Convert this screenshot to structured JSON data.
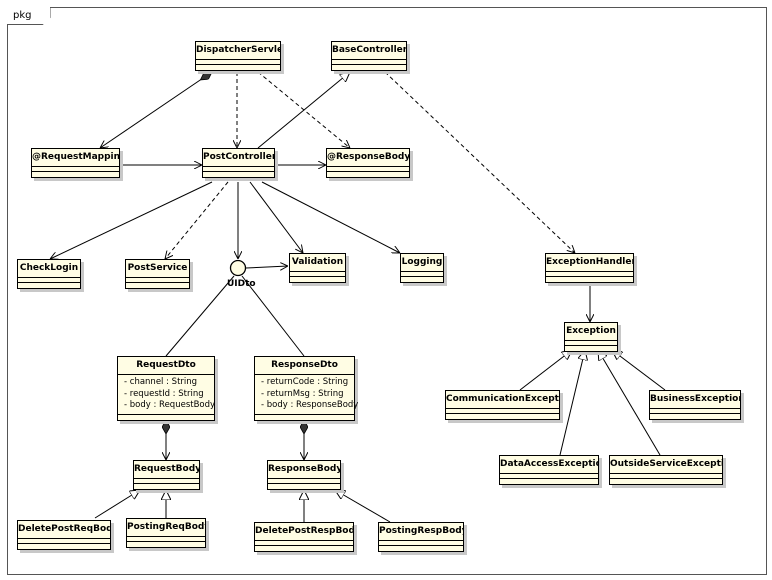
{
  "package_label": "pkg",
  "classes": {
    "dispatcher_servlet": {
      "name": "DispatcherServlet"
    },
    "base_controller": {
      "name": "BaseController"
    },
    "request_mapping": {
      "name": "@RequestMapping"
    },
    "post_controller": {
      "name": "PostController"
    },
    "response_body_annotation": {
      "name": "@ResponseBody"
    },
    "check_login": {
      "name": "CheckLogin"
    },
    "post_service": {
      "name": "PostService"
    },
    "validation": {
      "name": "Validation"
    },
    "logging": {
      "name": "Logging"
    },
    "exception_handler": {
      "name": "ExceptionHandler"
    },
    "exception": {
      "name": "Exception"
    },
    "request_dto": {
      "name": "RequestDto",
      "attributes": [
        "- channel : String",
        "- requestId : String",
        "- body : RequestBody"
      ]
    },
    "response_dto": {
      "name": "ResponseDto",
      "attributes": [
        "- returnCode : String",
        "- returnMsg : String",
        "- body : ResponseBody"
      ]
    },
    "communication_exception": {
      "name": "CommunicationException"
    },
    "business_exception": {
      "name": "BusinessException"
    },
    "data_access_exception": {
      "name": "DataAccessException"
    },
    "outside_service_exception": {
      "name": "OutsideServiceException"
    },
    "request_body": {
      "name": "RequestBody"
    },
    "response_body": {
      "name": "ResponseBody"
    },
    "delete_post_req_body": {
      "name": "DeletePostReqBody"
    },
    "posting_req_body": {
      "name": "PostingReqBody"
    },
    "delete_post_resp_body": {
      "name": "DeletePostRespBody"
    },
    "posting_resp_body": {
      "name": "PostingRespBody"
    }
  },
  "interface_label": "UIDto"
}
